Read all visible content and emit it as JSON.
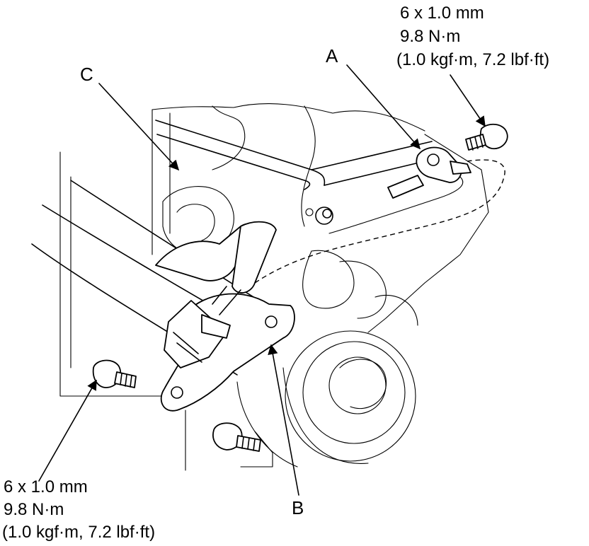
{
  "callouts": {
    "a": "A",
    "b": "B",
    "c": "C"
  },
  "torque_top": {
    "size": "6 x 1.0 mm",
    "torque": "9.8 N·m",
    "alt": "(1.0 kgf·m, 7.2 lbf·ft)"
  },
  "torque_bottom": {
    "size": "6 x 1.0 mm",
    "torque": "9.8 N·m",
    "alt": "(1.0 kgf·m, 7.2 lbf·ft)"
  }
}
